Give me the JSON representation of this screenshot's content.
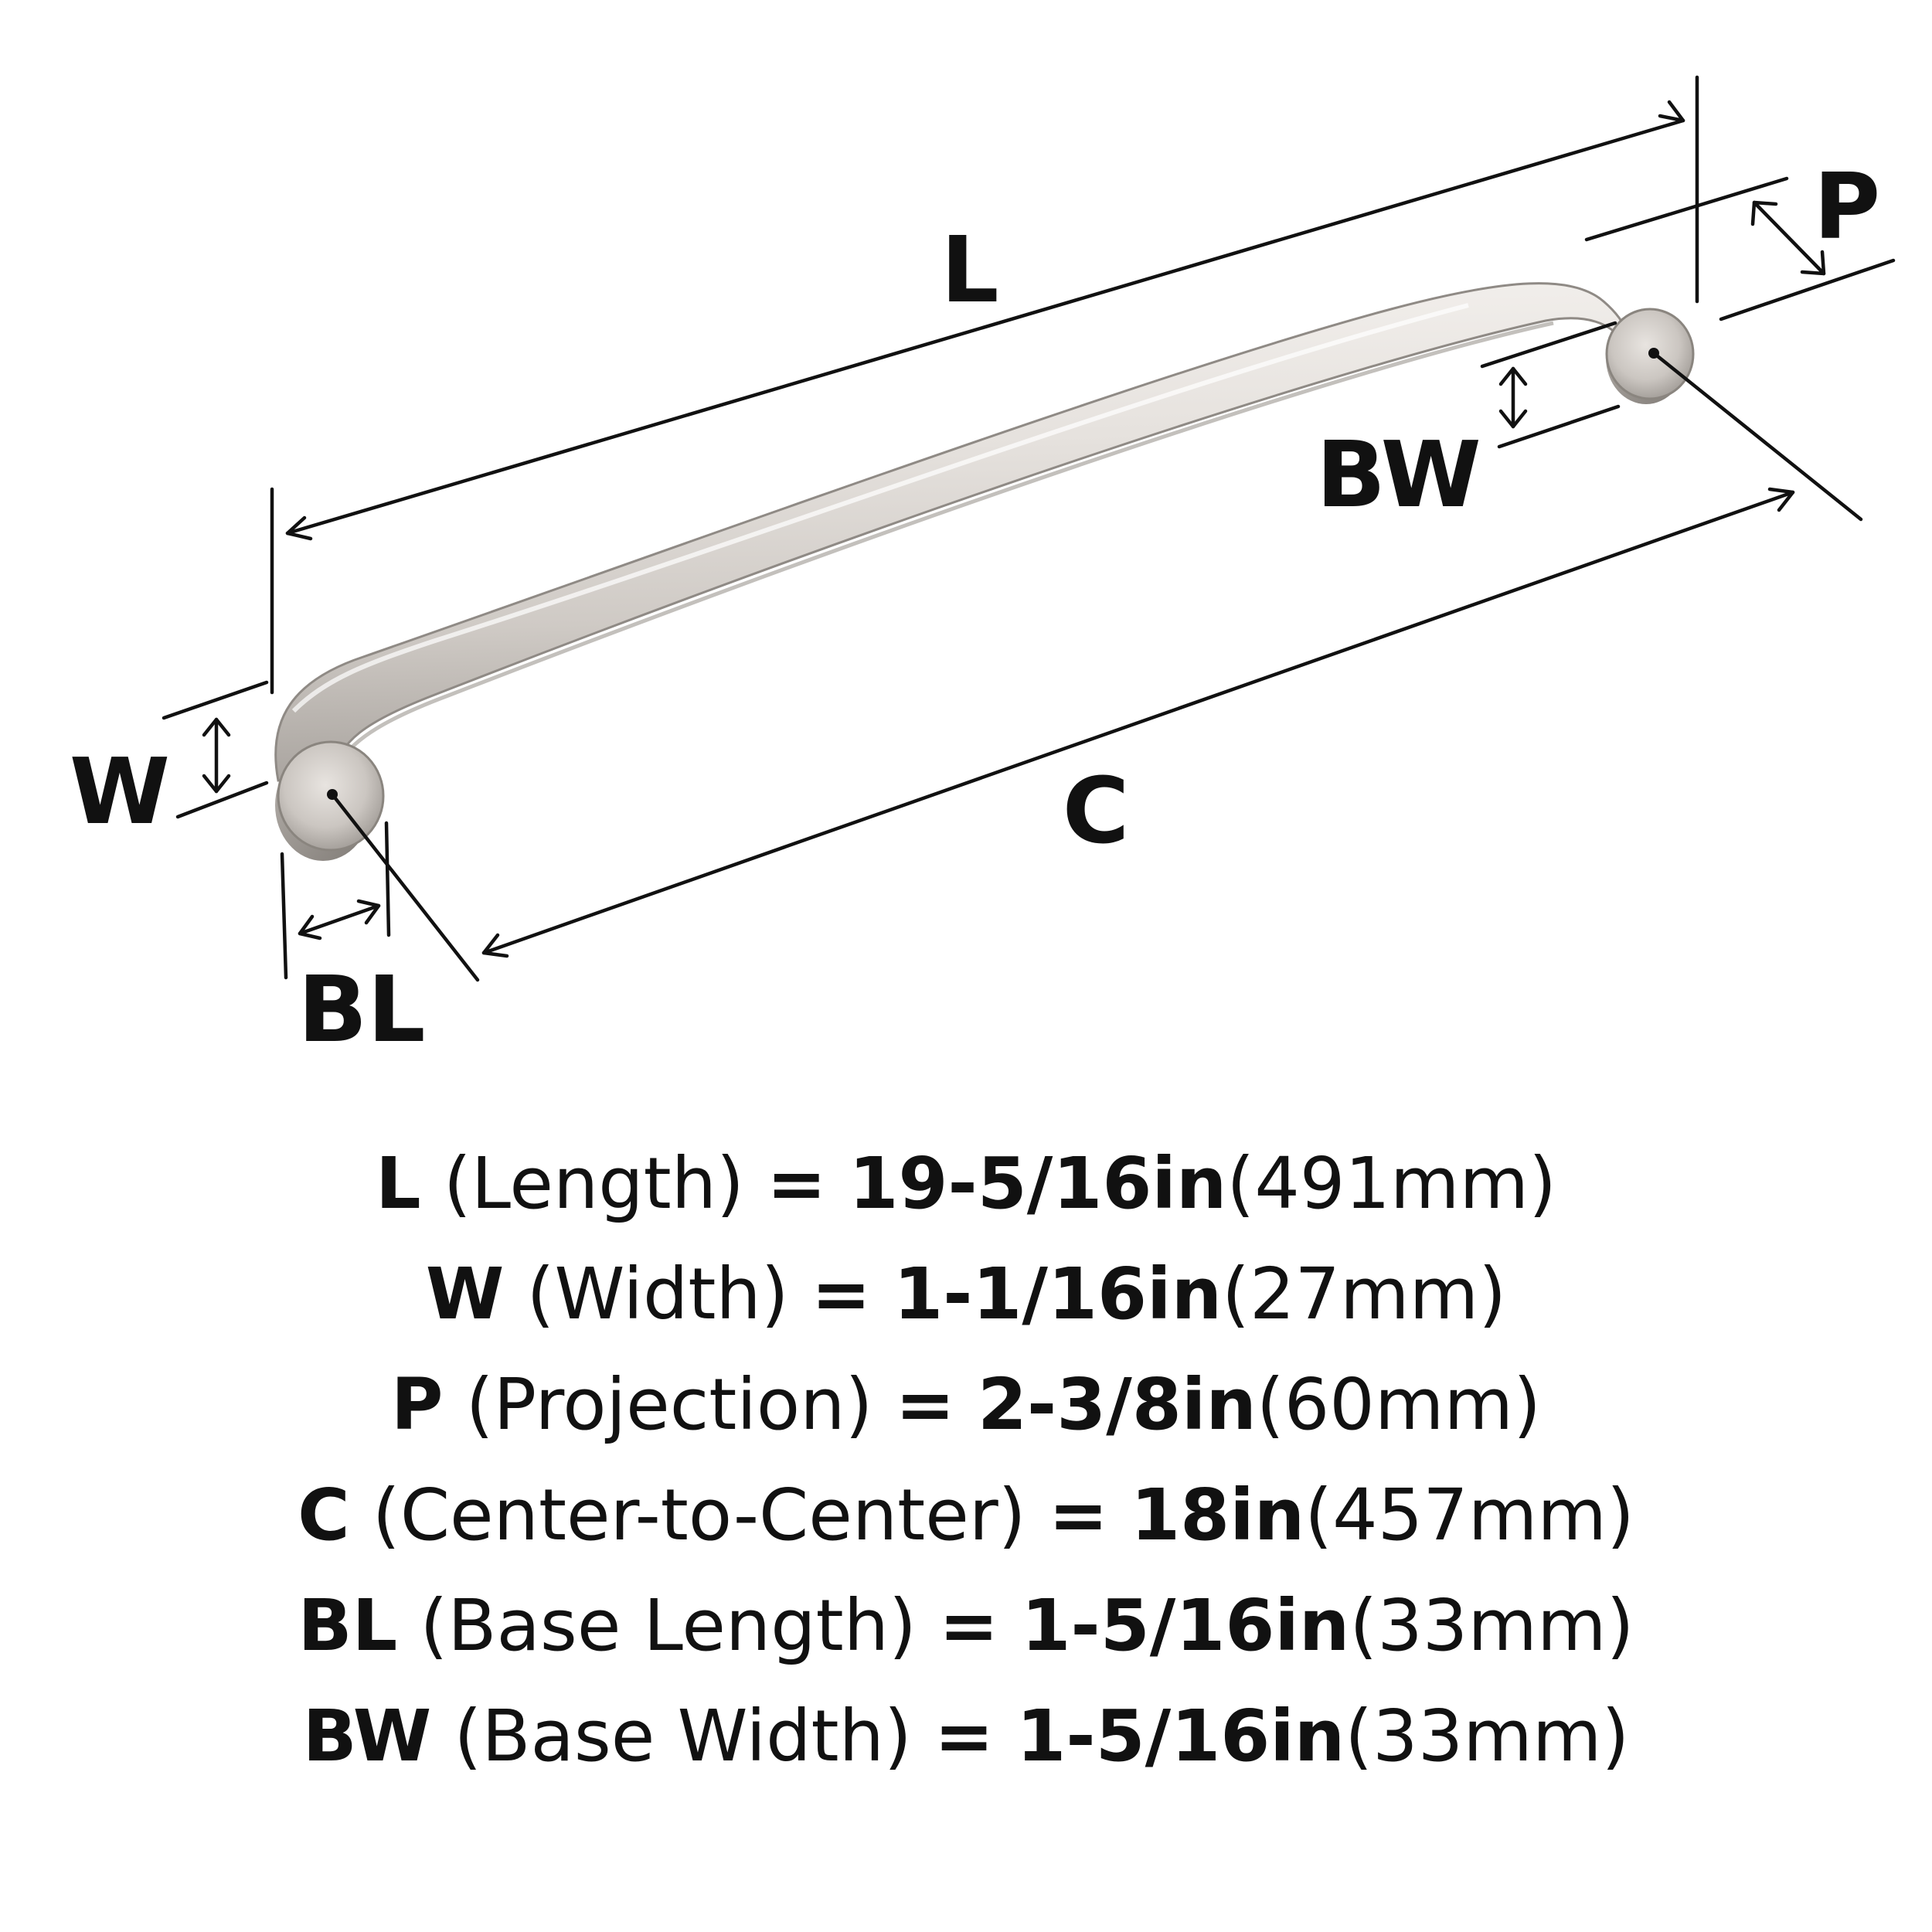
{
  "diagram": {
    "labels": {
      "L": "L",
      "P": "P",
      "BW": "BW",
      "W": "W",
      "C": "C",
      "BL": "BL"
    }
  },
  "specs": [
    {
      "symbol": "L",
      "name": "(Length)",
      "eq": "=",
      "imperial": "19-5/16in",
      "metric": "(491mm)"
    },
    {
      "symbol": "W",
      "name": "(Width)",
      "eq": "=",
      "imperial": "1-1/16in",
      "metric": "(27mm)"
    },
    {
      "symbol": "P",
      "name": "(Projection)",
      "eq": "=",
      "imperial": "2-3/8in",
      "metric": "(60mm)"
    },
    {
      "symbol": "C",
      "name": "(Center-to-Center)",
      "eq": "=",
      "imperial": "18in",
      "metric": "(457mm)"
    },
    {
      "symbol": "BL",
      "name": "(Base Length)",
      "eq": "=",
      "imperial": "1-5/16in",
      "metric": "(33mm)"
    },
    {
      "symbol": "BW",
      "name": "(Base Width)",
      "eq": "=",
      "imperial": "1-5/16in",
      "metric": "(33mm)"
    }
  ],
  "colors": {
    "ink": "#111111",
    "metal_light": "#ebe7e3",
    "metal_mid": "#cdc8c3",
    "metal_dark": "#9a958f",
    "background": "#ffffff"
  }
}
